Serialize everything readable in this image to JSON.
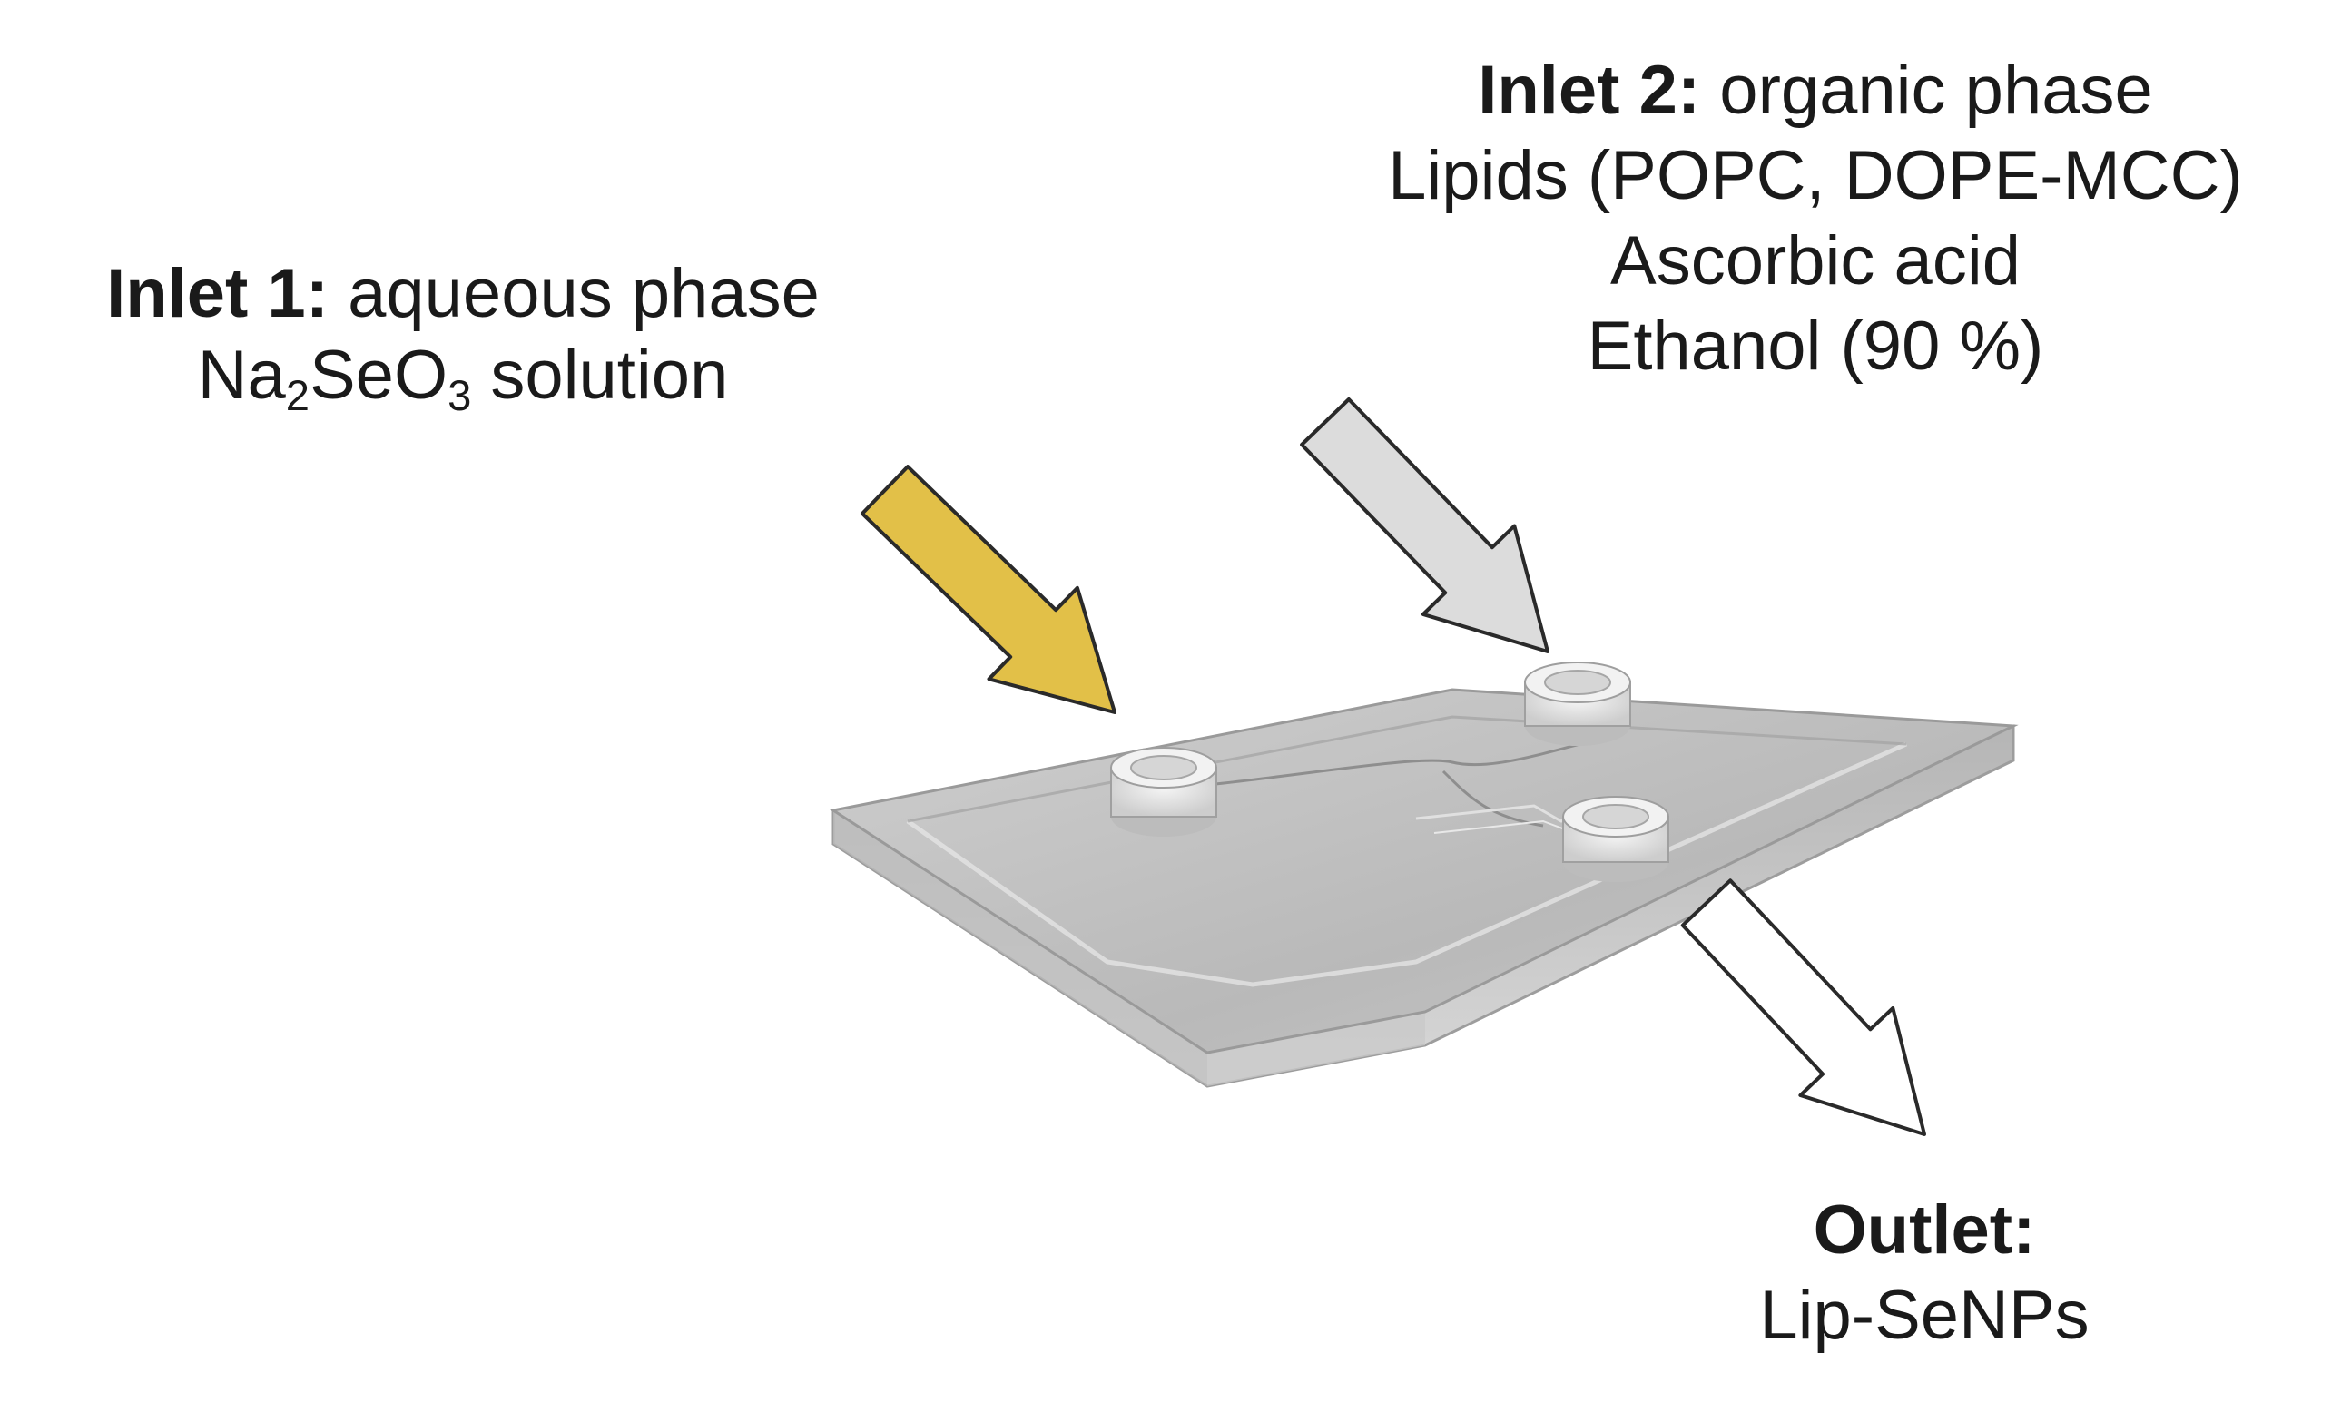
{
  "inlet1": {
    "heading": "Inlet 1:",
    "phase": "aqueous phase",
    "solution_prefix": "Na",
    "solution_sub1": "2",
    "solution_mid": "SeO",
    "solution_sub2": "3",
    "solution_suffix": "solution",
    "arrow_color": "#e2c048"
  },
  "inlet2": {
    "heading": "Inlet 2:",
    "phase": "organic phase",
    "line2": "Lipids (POPC, DOPE-MCC)",
    "line3": "Ascorbic acid",
    "line4": "Ethanol (90 %)",
    "arrow_color": "#dcdcdc"
  },
  "outlet": {
    "heading": "Outlet:",
    "product": "Lip-SeNPs",
    "arrow_color": "#ffffff"
  },
  "chip": {
    "top_color": "#c4c4c4",
    "edge_color": "#a8a8a8"
  }
}
